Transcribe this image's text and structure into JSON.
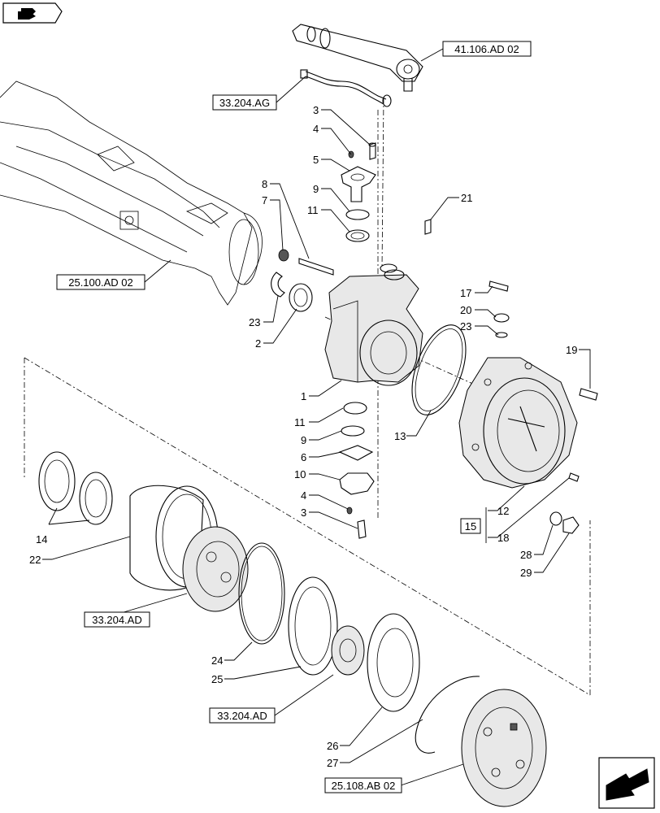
{
  "references": {
    "r41106": "41.106.AD 02",
    "r33204ag": "33.204.AG",
    "r25100": "25.100.AD 02",
    "r33204ad_a": "33.204.AD",
    "r33204ad_b": "33.204.AD",
    "r25108": "25.108.AB 02",
    "r15": "15"
  },
  "callouts": {
    "c1": "1",
    "c2": "2",
    "c3a": "3",
    "c3b": "3",
    "c4a": "4",
    "c4b": "4",
    "c5": "5",
    "c6": "6",
    "c7": "7",
    "c8": "8",
    "c9a": "9",
    "c9b": "9",
    "c10": "10",
    "c11a": "11",
    "c11b": "11",
    "c12": "12",
    "c13": "13",
    "c14": "14",
    "c17": "17",
    "c18": "18",
    "c19": "19",
    "c20": "20",
    "c21": "21",
    "c22": "22",
    "c23a": "23",
    "c23b": "23",
    "c24": "24",
    "c25": "25",
    "c26": "26",
    "c27": "27",
    "c28": "28",
    "c29": "29"
  },
  "icons": {
    "top_left": "book-arrow-icon",
    "bottom_right": "next-page-arrow-icon"
  }
}
